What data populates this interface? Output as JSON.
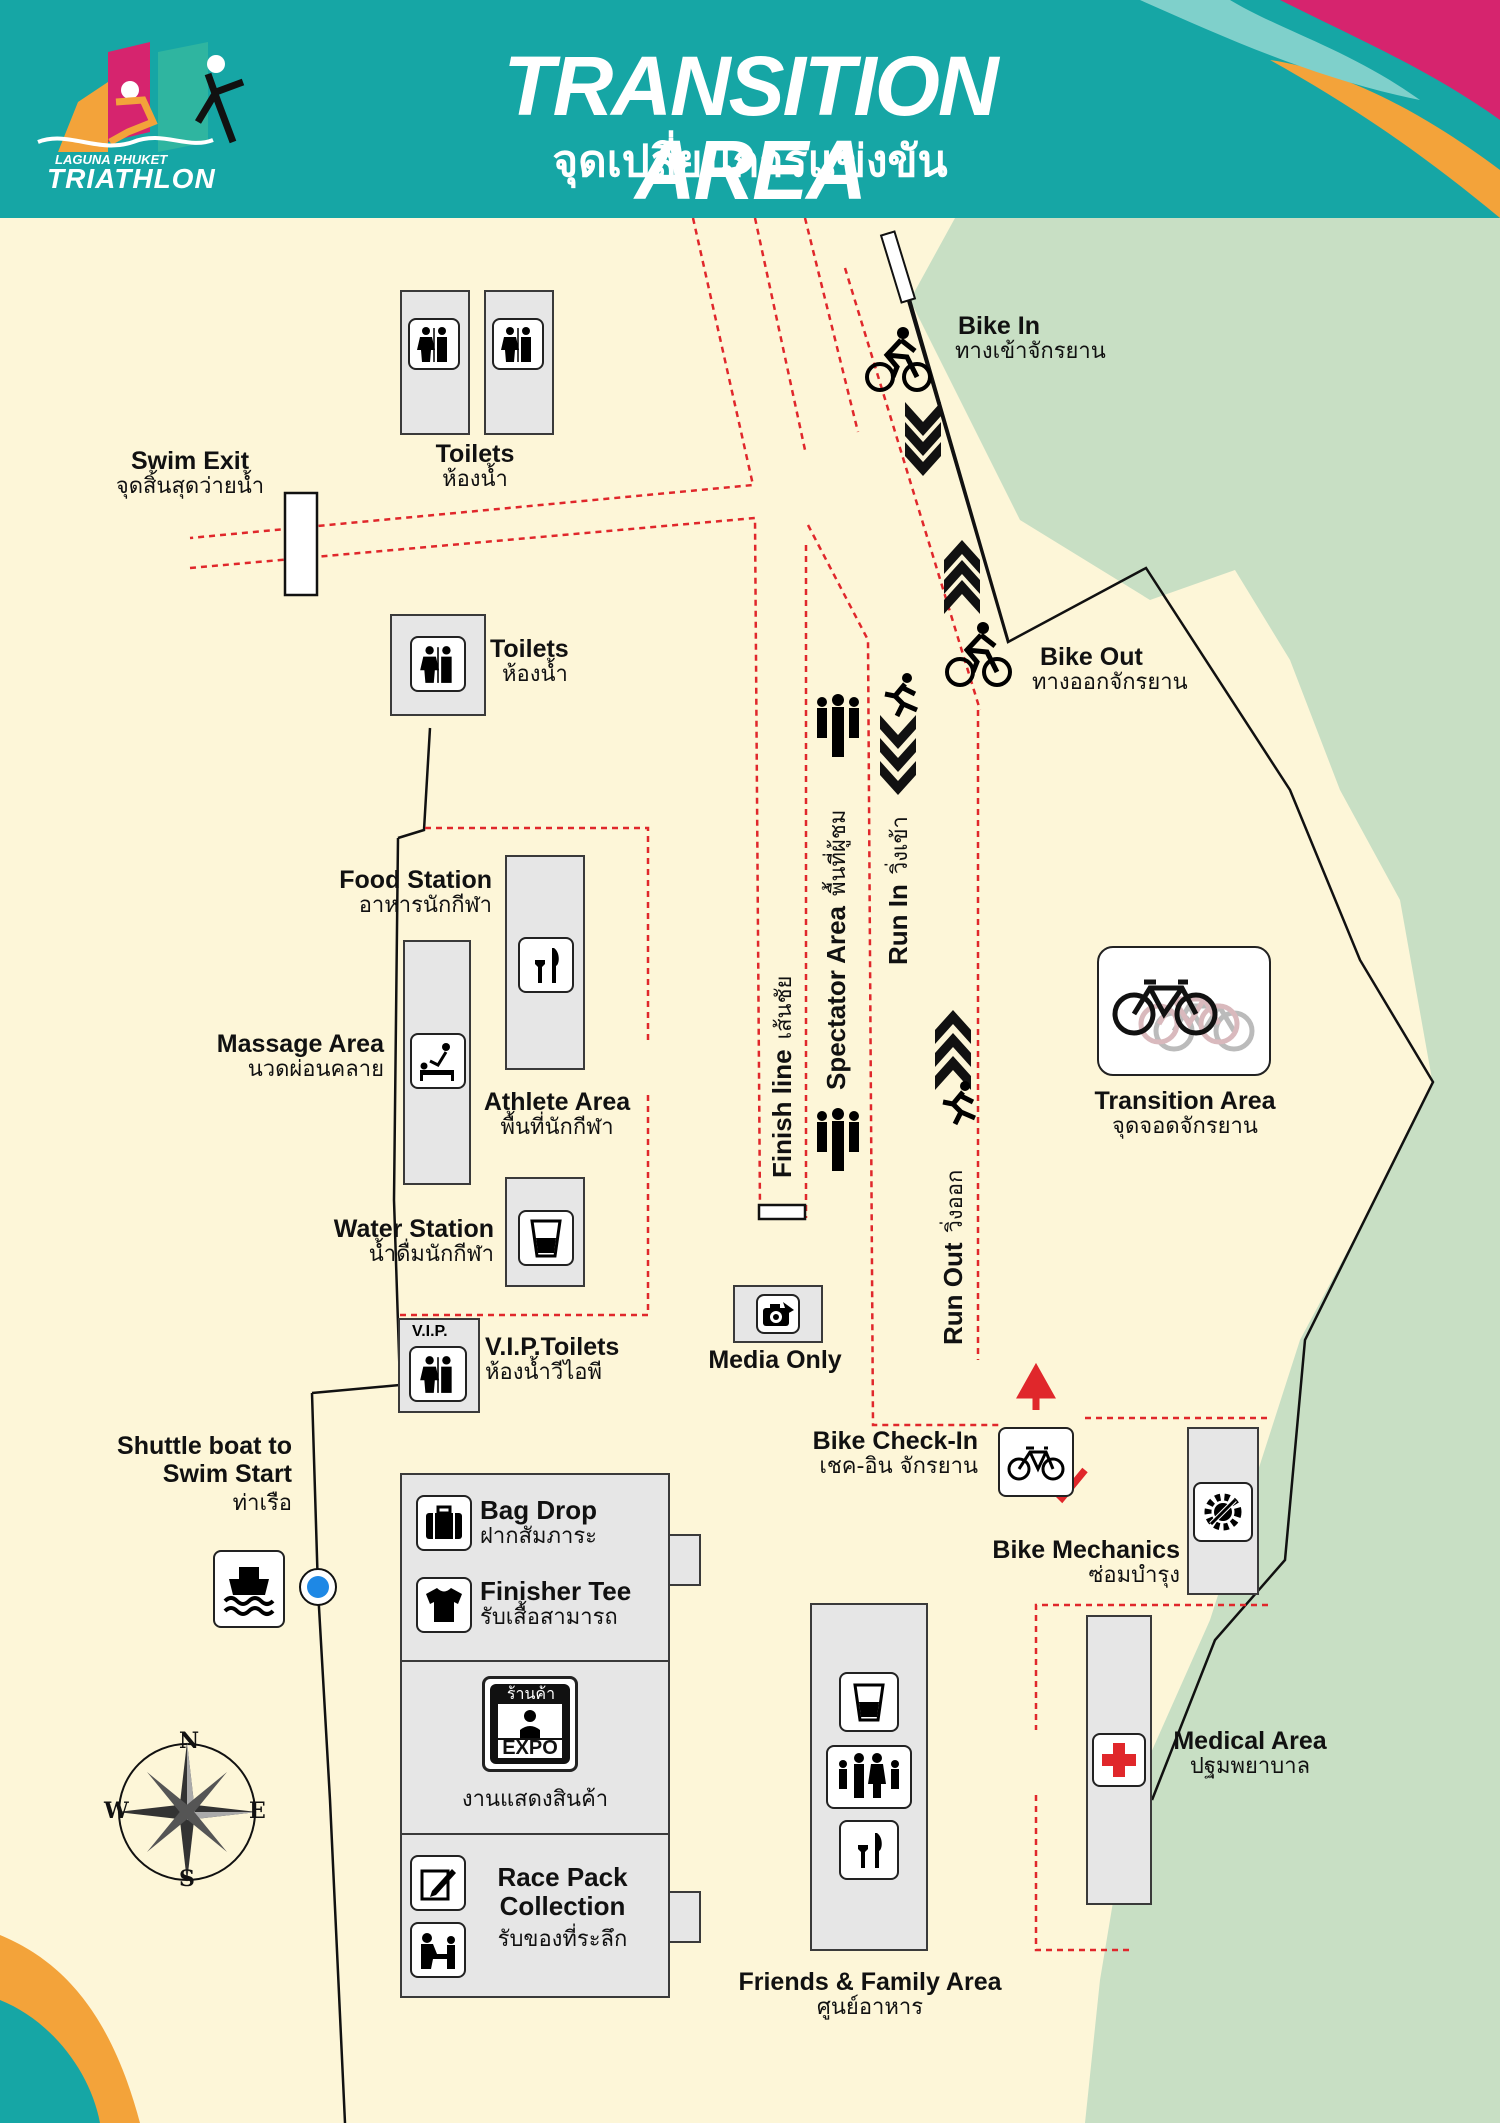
{
  "header": {
    "title": "TRANSITION AREA",
    "subtitle": "จุดเปลี่ยนการแข่งขัน",
    "logo_small": "LAGUNA PHUKET",
    "logo_main": "TRIATHLON"
  },
  "colors": {
    "header_bg": "#16a6a5",
    "land": "#fdf6d8",
    "green_area": "#c8dfc4",
    "route_dashed": "#e0272b",
    "accent_magenta": "#d6246e",
    "accent_orange": "#f3a33a"
  },
  "labels": {
    "swim_exit": {
      "en": "Swim Exit",
      "th": "จุดสิ้นสุดว่ายน้ำ"
    },
    "toilets_top": {
      "en": "Toilets",
      "th": "ห้องน้ำ"
    },
    "toilets_mid": {
      "en": "Toilets",
      "th": "ห้องน้ำ"
    },
    "bike_in": {
      "en": "Bike In",
      "th": "ทางเข้าจักรยาน"
    },
    "bike_out": {
      "en": "Bike Out",
      "th": "ทางออกจักรยาน"
    },
    "food_station": {
      "en": "Food Station",
      "th": "อาหารนักกีฬา"
    },
    "massage_area": {
      "en": "Massage Area",
      "th": "นวดผ่อนคลาย"
    },
    "athlete_area": {
      "en": "Athlete Area",
      "th": "พื้นที่นักกีฬา"
    },
    "water_station": {
      "en": "Water Station",
      "th": "น้ำดื่มนักกีฬา"
    },
    "vip_toilets": {
      "en": "V.I.P.Toilets",
      "th": "ห้องน้ำวีไอพี",
      "badge": "V.I.P."
    },
    "transition_area": {
      "en": "Transition Area",
      "th": "จุดจอดจักรยาน"
    },
    "media_only": {
      "en": "Media Only"
    },
    "bike_checkin": {
      "en": "Bike Check-In",
      "th": "เชค-อิน จักรยาน"
    },
    "bike_mechanics": {
      "en": "Bike Mechanics",
      "th": "ซ่อมบำรุง"
    },
    "shuttle": {
      "en1": "Shuttle boat to",
      "en2": "Swim Start",
      "th": "ท่าเรือ"
    },
    "bag_drop": {
      "en": "Bag Drop",
      "th": "ฝากสัมภาระ"
    },
    "finisher_tee": {
      "en": "Finisher Tee",
      "th": "รับเสื้อสามารถ"
    },
    "expo": {
      "sign": "ร้านค้า",
      "badge": "EXPO",
      "th": "งานแสดงสินค้า"
    },
    "race_pack": {
      "en1": "Race Pack",
      "en2": "Collection",
      "th": "รับของที่ระลึก"
    },
    "friends_family": {
      "en": "Friends & Family Area",
      "th": "ศูนย์อาหาร"
    },
    "medical": {
      "en": "Medical Area",
      "th": "ปฐมพยาบาล"
    },
    "finish_line": {
      "en": "Finish line",
      "th": "เส้นชัย"
    },
    "spectator": {
      "en": "Spectator Area",
      "th": "พื้นที่ผู้ชม"
    },
    "run_in": {
      "en": "Run In",
      "th": "วิ่งเข้า"
    },
    "run_out": {
      "en": "Run Out",
      "th": "วิ่งออก"
    }
  },
  "compass": {
    "n": "N",
    "s": "S",
    "e": "E",
    "w": "W"
  },
  "icons": [
    "toilet-icon",
    "bicycle-icon",
    "cyclist-icon",
    "runner-icon",
    "spectators-icon",
    "fork-knife-icon",
    "massage-icon",
    "cup-icon",
    "camera-icon",
    "wrench-gear-icon",
    "medical-cross-icon",
    "ferry-icon",
    "bag-icon",
    "tshirt-icon",
    "expo-stall-icon",
    "register-icon",
    "family-icon",
    "compass-rose-icon"
  ]
}
